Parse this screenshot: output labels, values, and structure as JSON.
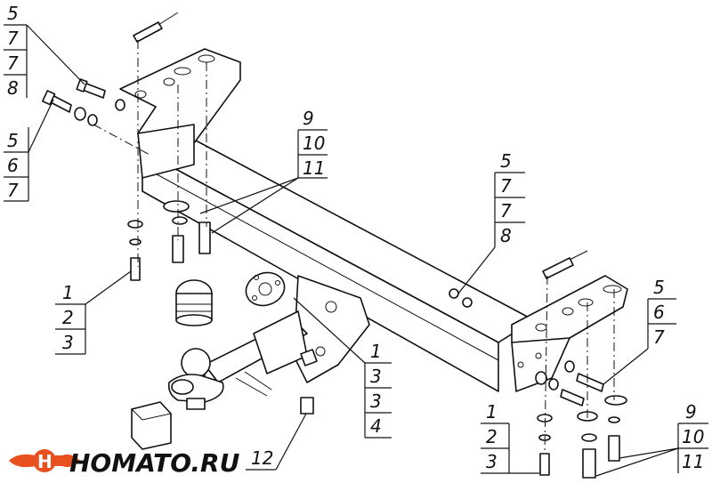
{
  "callouts": [
    {
      "id": "c-top-left-a",
      "labels": [
        "5",
        "7",
        "7",
        "8"
      ]
    },
    {
      "id": "c-top-left-b",
      "labels": [
        "5",
        "6",
        "7"
      ]
    },
    {
      "id": "c-center-top",
      "labels": [
        "9",
        "10",
        "11"
      ]
    },
    {
      "id": "c-center-right",
      "labels": [
        "5",
        "7",
        "7",
        "8"
      ]
    },
    {
      "id": "c-right",
      "labels": [
        "5",
        "6",
        "7"
      ]
    },
    {
      "id": "c-left-bottom",
      "labels": [
        "1",
        "2",
        "3"
      ]
    },
    {
      "id": "c-center-bottom",
      "labels": [
        "1",
        "3",
        "3",
        "4"
      ]
    },
    {
      "id": "c-bottom",
      "labels": [
        "12"
      ]
    },
    {
      "id": "c-bottom-right-a",
      "labels": [
        "1",
        "2",
        "3"
      ]
    },
    {
      "id": "c-bottom-right-b",
      "labels": [
        "9",
        "10",
        "11"
      ]
    }
  ],
  "logo": {
    "text": "HOMATO.RU",
    "colors": {
      "brand_orange": "#e8501e",
      "brand_black": "#111111"
    },
    "icon": "towbar-logo-icon"
  }
}
